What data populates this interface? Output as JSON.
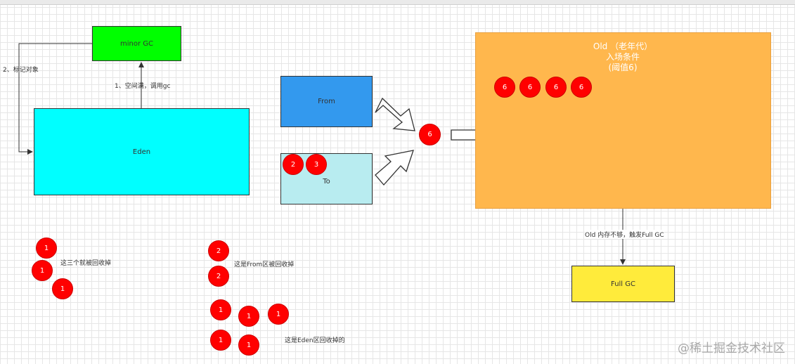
{
  "diagram": {
    "minor_gc": "minor GC",
    "eden": "Eden",
    "from": "From",
    "to": "To",
    "old_line1": "Old （老年代）",
    "old_line2": "入场条件",
    "old_line3": "(阈值6)",
    "full_gc": "Full GC",
    "edge_space_full": "1、空间满，调用gc",
    "edge_mark_objects": "2、标记对象",
    "edge_old_full": "Old 内存不够，触发Full GC",
    "note_three_collected": "这三个就被回收掉",
    "note_from_collected": "这是From区被回收掉",
    "note_eden_collected": "这是Eden区回收掉的",
    "circle_labels": {
      "one": "1",
      "two": "2",
      "three": "3",
      "six": "6"
    },
    "colors": {
      "minor_gc": "#00ff00",
      "eden": "#00ffff",
      "from": "#3399ee",
      "to": "#b8ecf0",
      "old": "#ffb74d",
      "full_gc": "#ffeb3b",
      "object": "#ff0000"
    }
  },
  "watermark": "@稀土掘金技术社区"
}
